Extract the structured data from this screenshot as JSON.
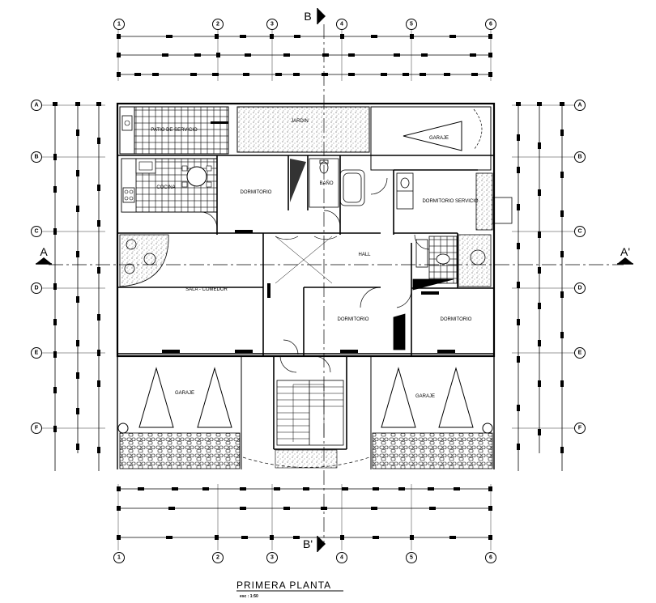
{
  "drawing": {
    "title": "PRIMERA PLANTA",
    "scale": "esc : 1:50"
  },
  "grid": {
    "columns": [
      "1",
      "2",
      "3",
      "4",
      "5",
      "6"
    ],
    "rows": [
      "A",
      "B",
      "C",
      "D",
      "E",
      "F"
    ]
  },
  "sections": {
    "vertical_top": "B",
    "vertical_bottom": "B'",
    "horizontal_left": "A",
    "horizontal_right": "A'"
  },
  "rooms": {
    "patio_servicio": "PATIO DE SERVICIO",
    "jardin": "JARDIN",
    "garaje_top": "GARAJE",
    "cocina": "COCINA",
    "dormitorio_1": "DORMITORIO",
    "bano": "BAÑO",
    "dormitorio_servicio": "DORMITORIO SERVICIO",
    "hall": "HALL",
    "sala_comedor": "SALA - COMEDOR",
    "dormitorio_2": "DORMITORIO",
    "dormitorio_3": "DORMITORIO",
    "garaje_left": "GARAJE",
    "garaje_right": "GARAJE"
  },
  "colors": {
    "line": "#000000",
    "background": "#ffffff"
  }
}
